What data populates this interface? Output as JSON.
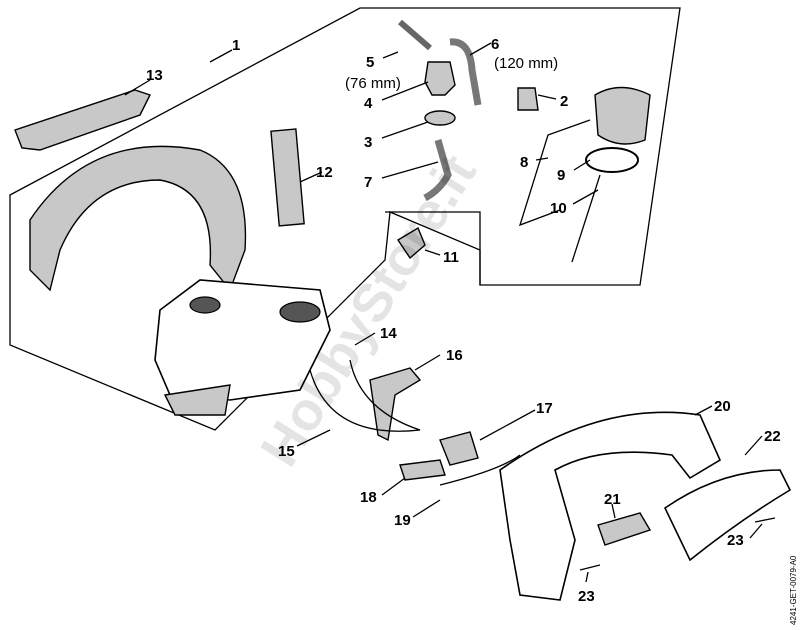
{
  "diagram": {
    "callouts": [
      {
        "id": "1",
        "text": "1"
      },
      {
        "id": "2",
        "text": "2"
      },
      {
        "id": "3",
        "text": "3"
      },
      {
        "id": "4",
        "text": "4"
      },
      {
        "id": "5",
        "text": "5"
      },
      {
        "id": "6",
        "text": "6"
      },
      {
        "id": "7",
        "text": "7"
      },
      {
        "id": "8",
        "text": "8"
      },
      {
        "id": "9",
        "text": "9"
      },
      {
        "id": "10",
        "text": "10"
      },
      {
        "id": "11",
        "text": "11"
      },
      {
        "id": "12",
        "text": "12"
      },
      {
        "id": "13",
        "text": "13"
      },
      {
        "id": "14",
        "text": "14"
      },
      {
        "id": "15",
        "text": "15"
      },
      {
        "id": "16",
        "text": "16"
      },
      {
        "id": "17",
        "text": "17"
      },
      {
        "id": "18",
        "text": "18"
      },
      {
        "id": "19",
        "text": "19"
      },
      {
        "id": "20",
        "text": "20"
      },
      {
        "id": "21",
        "text": "21"
      },
      {
        "id": "22",
        "text": "22"
      },
      {
        "id": "23a",
        "text": "23"
      },
      {
        "id": "23b",
        "text": "23"
      }
    ],
    "dimensions": {
      "part5": "(76 mm)",
      "part6": "(120 mm)"
    },
    "drawing_code": "4241-GET-0079-A0",
    "watermark": "HobbyStore.it"
  }
}
